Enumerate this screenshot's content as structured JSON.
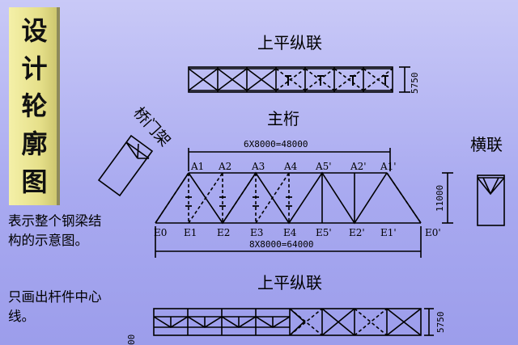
{
  "title_chars": [
    "设",
    "计",
    "轮",
    "廓",
    "图"
  ],
  "notes": {
    "first": "表示整个钢梁结构的示意图。",
    "second": "只画出杆件中心线。"
  },
  "labels": {
    "upper_lateral_top": "上平纵联",
    "main_truss": "主桁",
    "portal_frame": "桥门架",
    "sway_bracing": "横联",
    "upper_lateral_bottom": "上平纵联"
  },
  "dimensions": {
    "top_span": "6X8000=48000",
    "bottom_span": "8X8000=64000",
    "truss_height": "11000",
    "lateral_width_top": "5750",
    "lateral_width_bottom": "5750",
    "partial_bottom_left": "00"
  },
  "nodes": {
    "top": [
      "A1",
      "A2",
      "A3",
      "A4",
      "A5'",
      "A2'",
      "A1'"
    ],
    "bottom": [
      "E0",
      "E1",
      "E2",
      "E3",
      "E4",
      "E5'",
      "E2'",
      "E1'",
      "E0'"
    ]
  },
  "colors": {
    "background": "#aeaef2",
    "title_bar": "#e9e38f",
    "ink": "#000000"
  }
}
